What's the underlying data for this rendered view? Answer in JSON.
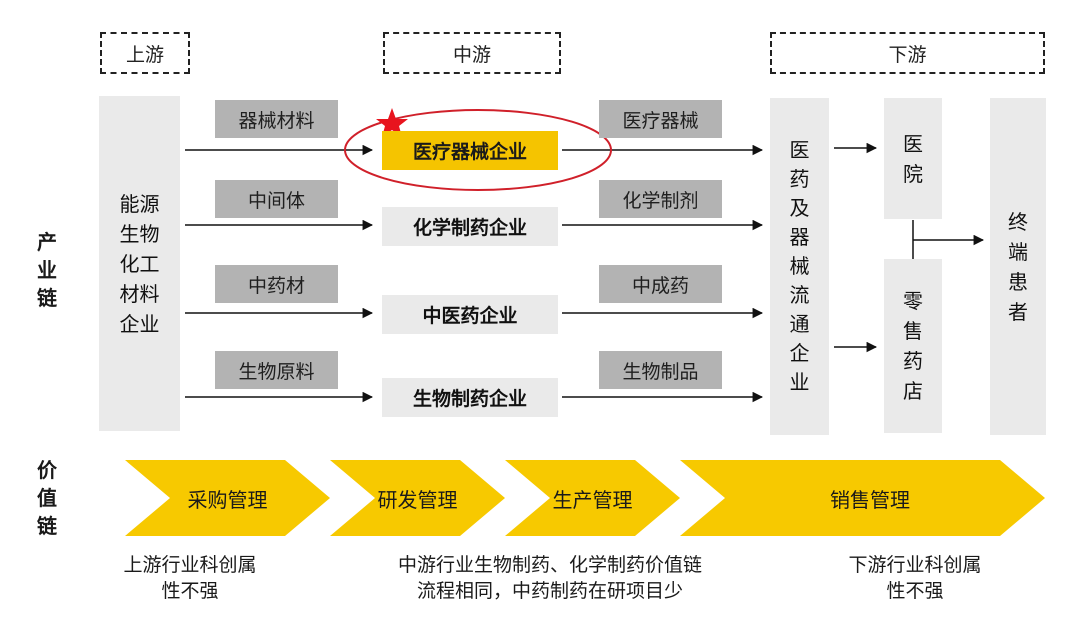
{
  "stages": {
    "upstream": "上游",
    "midstream": "中游",
    "downstream": "下游"
  },
  "row_labels": {
    "industry_chain": "产\n业\n链",
    "value_chain": "价\n值\n链"
  },
  "upstream_box": "能源\n生物\n化工\n材料\n企业",
  "inputs": [
    "器械材料",
    "中间体",
    "中药材",
    "生物原料"
  ],
  "enterprises": [
    "医疗器械企业",
    "化学制药企业",
    "中医药企业",
    "生物制药企业"
  ],
  "products": [
    "医疗器械",
    "化学制剂",
    "中成药",
    "生物制品"
  ],
  "distribution_box": "医\n药\n及\n器\n械\n流\n通\n企\n业",
  "hospital": "医\n院",
  "pharmacy": "零\n售\n药\n店",
  "end_patient": "终\n端\n患\n者",
  "value_chain": [
    "采购管理",
    "研发管理",
    "生产管理",
    "销售管理"
  ],
  "notes": {
    "upstream": "上游行业科创属\n性不强",
    "midstream": "中游行业生物制药、化学制药价值链\n流程相同，中药制药在研项目少",
    "downstream": "下游行业科创属\n性不强"
  },
  "colors": {
    "highlight": "#f5c400",
    "ellipse": "#d0202a",
    "star": "#e8141e",
    "chevron": "#f7c900"
  }
}
